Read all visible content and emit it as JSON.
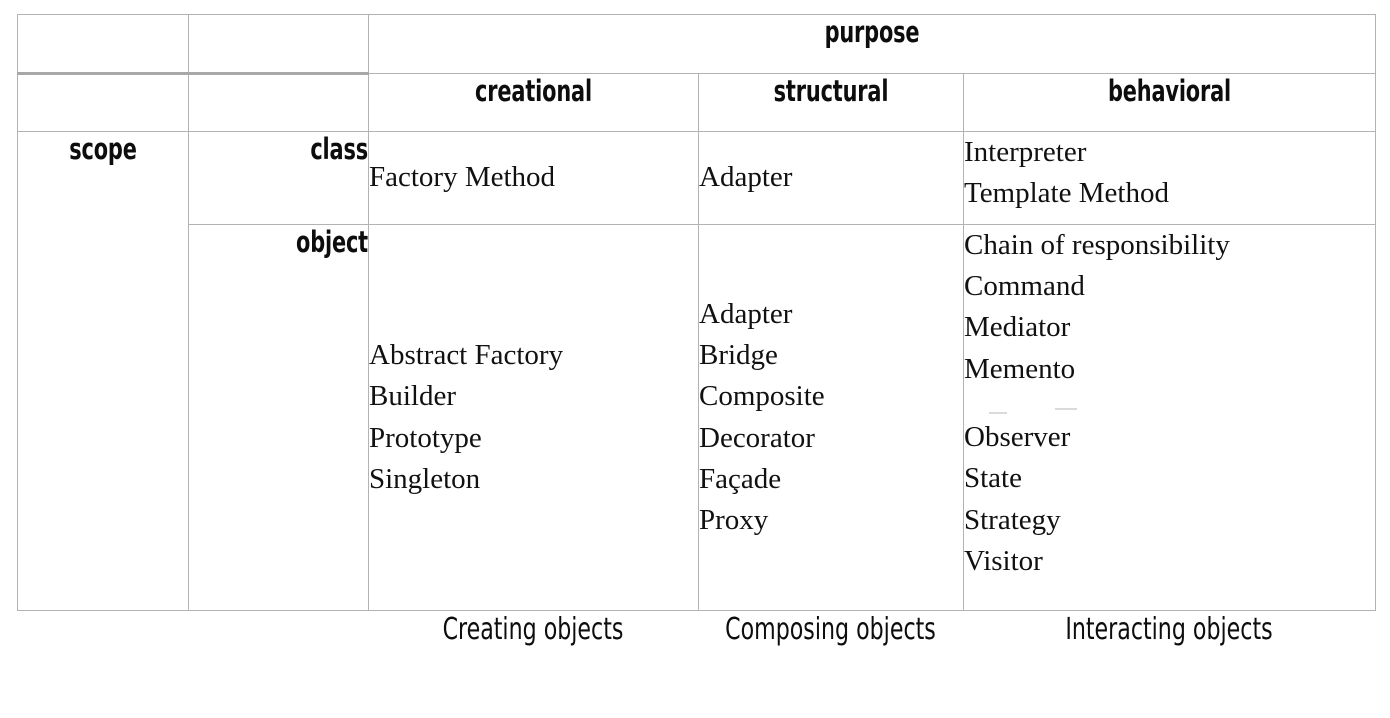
{
  "table": {
    "corner_blank_1": "",
    "corner_blank_2": "",
    "purpose_header": "purpose",
    "scope_label": "scope",
    "purpose_columns": [
      {
        "key": "creational",
        "label": "creational"
      },
      {
        "key": "structural",
        "label": "structural"
      },
      {
        "key": "behavioral",
        "label": "behavioral"
      }
    ],
    "scope_rows": [
      {
        "key": "class",
        "label": "class"
      },
      {
        "key": "object",
        "label": "object"
      }
    ],
    "cells": {
      "class_creational": [
        "Factory Method"
      ],
      "class_structural": [
        "Adapter"
      ],
      "class_behavioral": [
        "Interpreter",
        "Template Method"
      ],
      "object_creational": [
        "Abstract Factory",
        "Builder",
        "Prototype",
        "Singleton"
      ],
      "object_structural": [
        "Adapter",
        "Bridge",
        "Composite",
        "Decorator",
        "Façade",
        "Proxy"
      ],
      "object_behavioral": [
        "Chain of responsibility",
        "Command",
        "Mediator",
        "Memento",
        "",
        "Observer",
        "State",
        "Strategy",
        "Visitor"
      ]
    },
    "captions": [
      {
        "key": "creational",
        "text": "Creating objects"
      },
      {
        "key": "structural",
        "text": "Composing objects"
      },
      {
        "key": "behavioral",
        "text": "Interacting objects"
      }
    ]
  },
  "colors": {
    "header_fill": "#d9d9d9",
    "grid_line": "#b3b3b3",
    "thick_divider": "#a8a8a8",
    "text": "#111111",
    "page_background": "#ffffff"
  }
}
